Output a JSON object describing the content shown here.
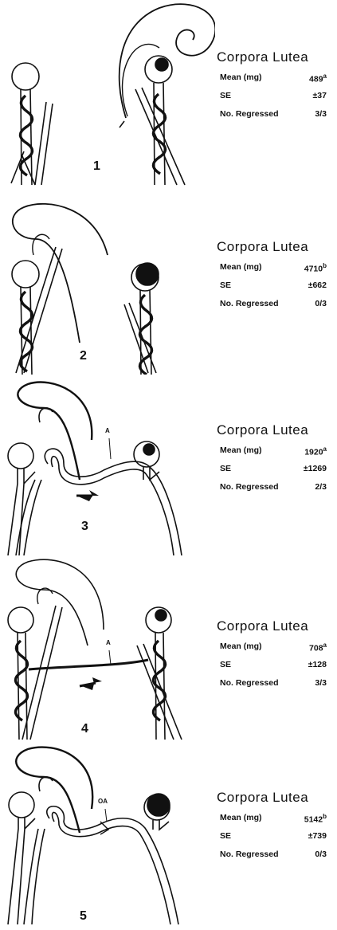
{
  "stats_labels": {
    "title": "Corpora Lutea",
    "mean": "Mean (mg)",
    "se": "SE",
    "regressed": "No. Regressed"
  },
  "panels": [
    {
      "number": "1",
      "mean": "489",
      "mean_sup": "a",
      "se": "±37",
      "regressed": "3/3",
      "left_cl": "open",
      "right_cl": "dark-small",
      "tube_label": ""
    },
    {
      "number": "2",
      "mean": "4710",
      "mean_sup": "b",
      "se": "±662",
      "regressed": "0/3",
      "left_cl": "open",
      "right_cl": "dark-large",
      "tube_label": ""
    },
    {
      "number": "3",
      "mean": "1920",
      "mean_sup": "a",
      "se": "±1269",
      "regressed": "2/3",
      "left_cl": "open",
      "right_cl": "dark-small",
      "tube_label": "A"
    },
    {
      "number": "4",
      "mean": "708",
      "mean_sup": "a",
      "se": "±128",
      "regressed": "3/3",
      "left_cl": "open",
      "right_cl": "dark-small",
      "tube_label": "A"
    },
    {
      "number": "5",
      "mean": "5142",
      "mean_sup": "b",
      "se": "±739",
      "regressed": "0/3",
      "left_cl": "open",
      "right_cl": "dark-large",
      "tube_label": "OA"
    }
  ],
  "colors": {
    "ink": "#111111",
    "paper": "#ffffff"
  }
}
